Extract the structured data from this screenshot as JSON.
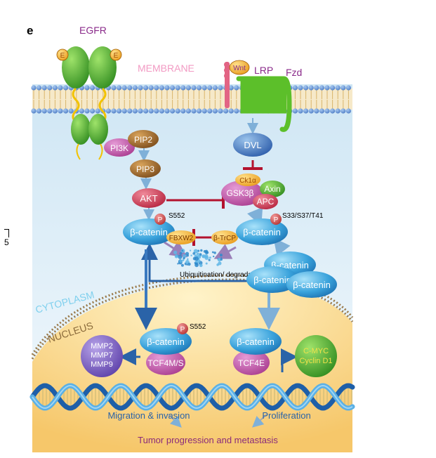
{
  "panel_letter": "e",
  "margin_number": "5",
  "regions": {
    "membrane": "MEMBRANE",
    "cytoplasm": "CYTOPLASM",
    "nucleus": "NUCLEUS"
  },
  "receptors": {
    "egfr": "EGFR",
    "egf_ligand": "E",
    "wnt": "Wnt",
    "lrp": "LRP",
    "fzd": "Fzd"
  },
  "akt_pathway": {
    "pi3k": "PI3K",
    "pip2": "PIP2",
    "pip3": "PIP3",
    "akt": "AKT"
  },
  "wnt_pathway": {
    "dvl": "DVL",
    "ck1a": "Ck1α",
    "gsk3b": "GSK3β",
    "axin": "Axin",
    "apc": "APC"
  },
  "cytoplasm_nodes": {
    "beta_catenin": "β-catenin",
    "phospho": "P",
    "site_left": "S552",
    "site_right": "S33/S37/T41",
    "fbxw2": "FBXW2",
    "btrcp": "β-TrCP",
    "degradation": "Ubiquitination/ degradation"
  },
  "nucleus_nodes": {
    "tcf4ms": "TCF4M/S",
    "tcf4e": "TCF4E",
    "mmp2": "MMP2",
    "mmp7": "MMP7",
    "mmp9": "MMP9",
    "cmyc": "C-MYC",
    "cyclind1": "Cyclin D1"
  },
  "outcomes": {
    "migration": "Migration & invasion",
    "proliferation": "Proliferation",
    "tumor": "Tumor progression and metastasis"
  },
  "colors": {
    "membrane_label": "#f29ac3",
    "cytoplasm_label": "#7fd0ee",
    "nucleus_label": "#8a6a3a",
    "outcome_blue": "#2a63a8",
    "tumor_purple": "#8a2a7a",
    "inhibitor_red": "#b3122e",
    "phospho_text": "#ffffff",
    "fzd_purple": "#8a2a8a"
  }
}
